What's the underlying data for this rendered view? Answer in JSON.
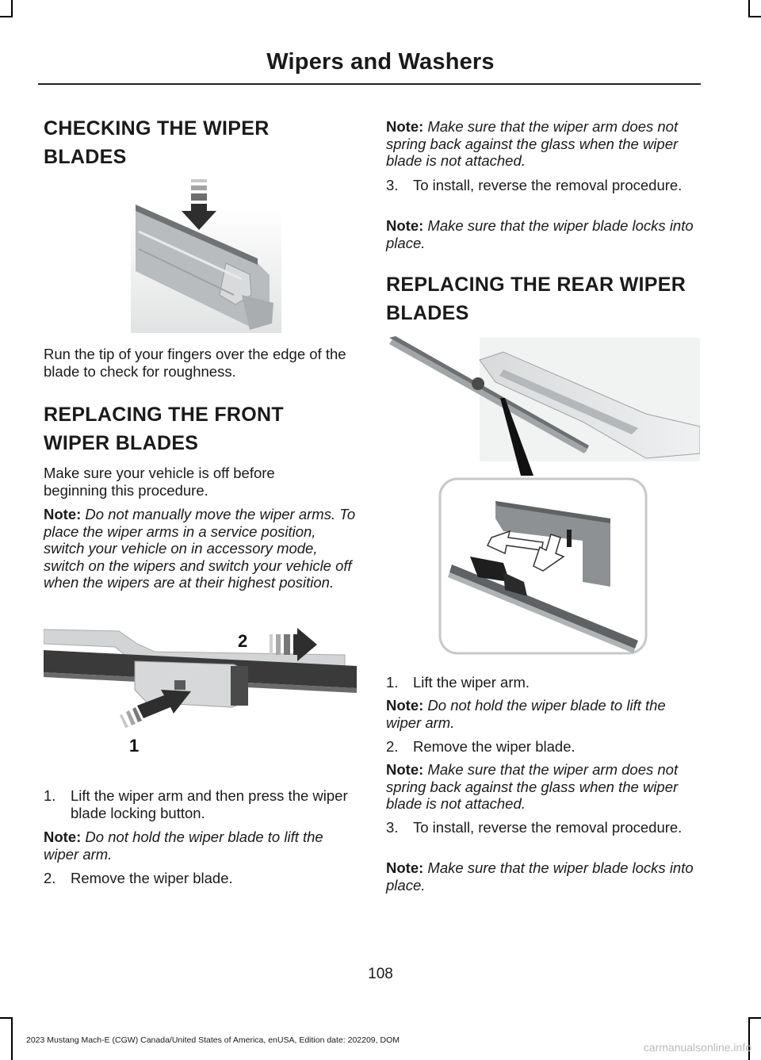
{
  "header": {
    "title": "Wipers and Washers"
  },
  "left": {
    "checking": {
      "heading_line1": "CHECKING THE WIPER",
      "heading_line2": "BLADES",
      "body": "Run the tip of your fingers over the edge of the blade to check for roughness."
    },
    "front": {
      "heading_line1": "REPLACING THE FRONT",
      "heading_line2": "WIPER BLADES",
      "intro": "Make sure your vehicle is off before beginning this procedure.",
      "note1_label": "Note:",
      "note1_text": "Do not manually move the wiper arms. To place the wiper arms in a service position, switch your vehicle on in accessory mode, switch on the wipers and switch your vehicle off when the wipers are at their highest position.",
      "callout1": "1",
      "callout2": "2",
      "step1_num": "1.",
      "step1_text": "Lift the wiper arm and then press the wiper blade locking button.",
      "note2_label": "Note:",
      "note2_text": "Do not hold the wiper blade to lift the wiper arm.",
      "step2_num": "2.",
      "step2_text": "Remove the wiper blade."
    }
  },
  "right": {
    "top": {
      "note1_label": "Note:",
      "note1_text": "Make sure that the wiper arm does not spring back against the glass when the wiper blade is not attached.",
      "step3_num": "3.",
      "step3_text": "To install, reverse the removal procedure.",
      "note2_label": "Note:",
      "note2_text": "Make sure that the wiper blade locks into place."
    },
    "rear": {
      "heading_line1": "REPLACING THE REAR WIPER",
      "heading_line2": "BLADES",
      "step1_num": "1.",
      "step1_text": "Lift the wiper arm.",
      "note1_label": "Note:",
      "note1_text": "Do not hold the wiper blade to lift the wiper arm.",
      "step2_num": "2.",
      "step2_text": "Remove the wiper blade.",
      "note2_label": "Note:",
      "note2_text": "Make sure that the wiper arm does not spring back against the glass when the wiper blade is not attached.",
      "step3_num": "3.",
      "step3_text": "To install, reverse the removal procedure.",
      "note3_label": "Note:",
      "note3_text": "Make sure that the wiper blade locks into place."
    }
  },
  "footer": {
    "page_number": "108",
    "edition": "2023 Mustang Mach-E (CGW) Canada/United States of America, enUSA, Edition date: 202209, DOM",
    "watermark": "carmanualsonline.info"
  }
}
